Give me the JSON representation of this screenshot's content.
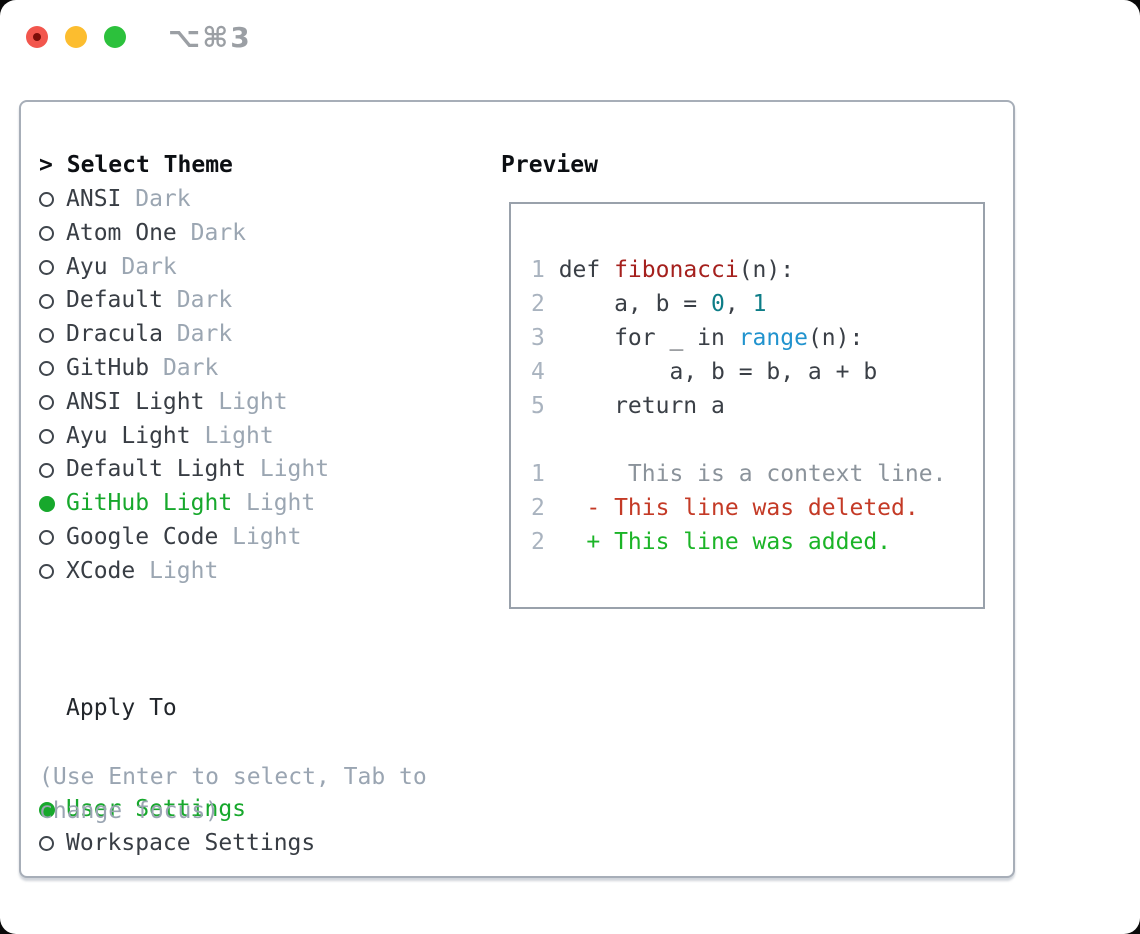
{
  "window": {
    "hotkey": "⌥⌘3",
    "traffic_lights": [
      "close",
      "minimize",
      "zoom"
    ]
  },
  "colors": {
    "accent_green": "#17a82c",
    "code": "#3a3f46",
    "function": "#a5201d",
    "number": "#0d7d87",
    "builtin": "#2193ce",
    "context": "#8b939b",
    "deleted": "#c43a26",
    "added": "#1bb427",
    "line_number": "#a9b3bf",
    "muted": "#9ba6b2",
    "panel_border": "#a7aeb8"
  },
  "theme_menu": {
    "title_prefix": ">",
    "title": "Select Theme",
    "items": [
      {
        "name": "ANSI",
        "variant": "Dark",
        "selected": false
      },
      {
        "name": "Atom One",
        "variant": "Dark",
        "selected": false
      },
      {
        "name": "Ayu",
        "variant": "Dark",
        "selected": false
      },
      {
        "name": "Default",
        "variant": "Dark",
        "selected": false
      },
      {
        "name": "Dracula",
        "variant": "Dark",
        "selected": false
      },
      {
        "name": "GitHub",
        "variant": "Dark",
        "selected": false
      },
      {
        "name": "ANSI Light",
        "variant": "Light",
        "selected": false
      },
      {
        "name": "Ayu Light",
        "variant": "Light",
        "selected": false
      },
      {
        "name": "Default Light",
        "variant": "Light",
        "selected": false
      },
      {
        "name": "GitHub Light",
        "variant": "Light",
        "selected": true
      },
      {
        "name": "Google Code",
        "variant": "Light",
        "selected": false
      },
      {
        "name": "XCode",
        "variant": "Light",
        "selected": false
      }
    ]
  },
  "apply_to": {
    "title": "Apply To",
    "options": [
      {
        "label": "User Settings",
        "selected": true
      },
      {
        "label": "Workspace Settings",
        "selected": false
      }
    ]
  },
  "hint": "(Use Enter to select, Tab to change focus)",
  "preview": {
    "title": "Preview",
    "code_lines": [
      {
        "num": "1",
        "segments": [
          {
            "t": "def ",
            "c": "code"
          },
          {
            "t": "fibonacci",
            "c": "function"
          },
          {
            "t": "(n):",
            "c": "code"
          }
        ]
      },
      {
        "num": "2",
        "segments": [
          {
            "t": "    a, b = ",
            "c": "code"
          },
          {
            "t": "0",
            "c": "number"
          },
          {
            "t": ", ",
            "c": "code"
          },
          {
            "t": "1",
            "c": "number"
          }
        ]
      },
      {
        "num": "3",
        "segments": [
          {
            "t": "    for _ in ",
            "c": "code"
          },
          {
            "t": "range",
            "c": "builtin"
          },
          {
            "t": "(n):",
            "c": "code"
          }
        ]
      },
      {
        "num": "4",
        "segments": [
          {
            "t": "        a, b = b, a + b",
            "c": "code"
          }
        ]
      },
      {
        "num": "5",
        "segments": [
          {
            "t": "    return a",
            "c": "code"
          }
        ]
      },
      {
        "num": "",
        "segments": []
      },
      {
        "num": "1",
        "segments": [
          {
            "t": "     This is a context line.",
            "c": "context"
          }
        ]
      },
      {
        "num": "2",
        "segments": [
          {
            "t": "  - This line was deleted.",
            "c": "deleted"
          }
        ]
      },
      {
        "num": "2",
        "segments": [
          {
            "t": "  + This line was added.",
            "c": "added"
          }
        ]
      }
    ]
  }
}
